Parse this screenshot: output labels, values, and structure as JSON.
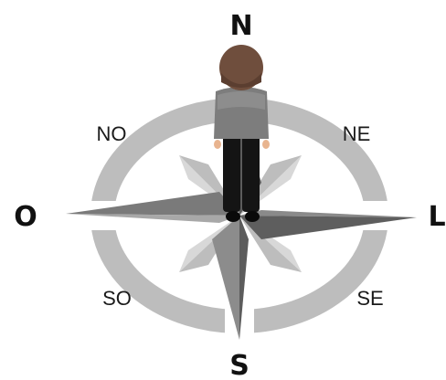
{
  "labels": {
    "north": "N",
    "south": "S",
    "east": "L",
    "west": "O",
    "northeast": "NE",
    "northwest": "NO",
    "southeast": "SE",
    "southwest": "SO"
  },
  "colors": {
    "ring": "#bdbdbd",
    "ring_gap": "#ffffff",
    "star_dark": "#6b6b6b",
    "star_mid": "#8f8f8f",
    "star_light": "#d0d0d0",
    "shirt": "#7d7d7d",
    "pants": "#141414",
    "hair": "#6f4e3d",
    "skin": "#e8b48f"
  },
  "person": {
    "pose": "standing-back-view",
    "position": "center-of-compass"
  }
}
